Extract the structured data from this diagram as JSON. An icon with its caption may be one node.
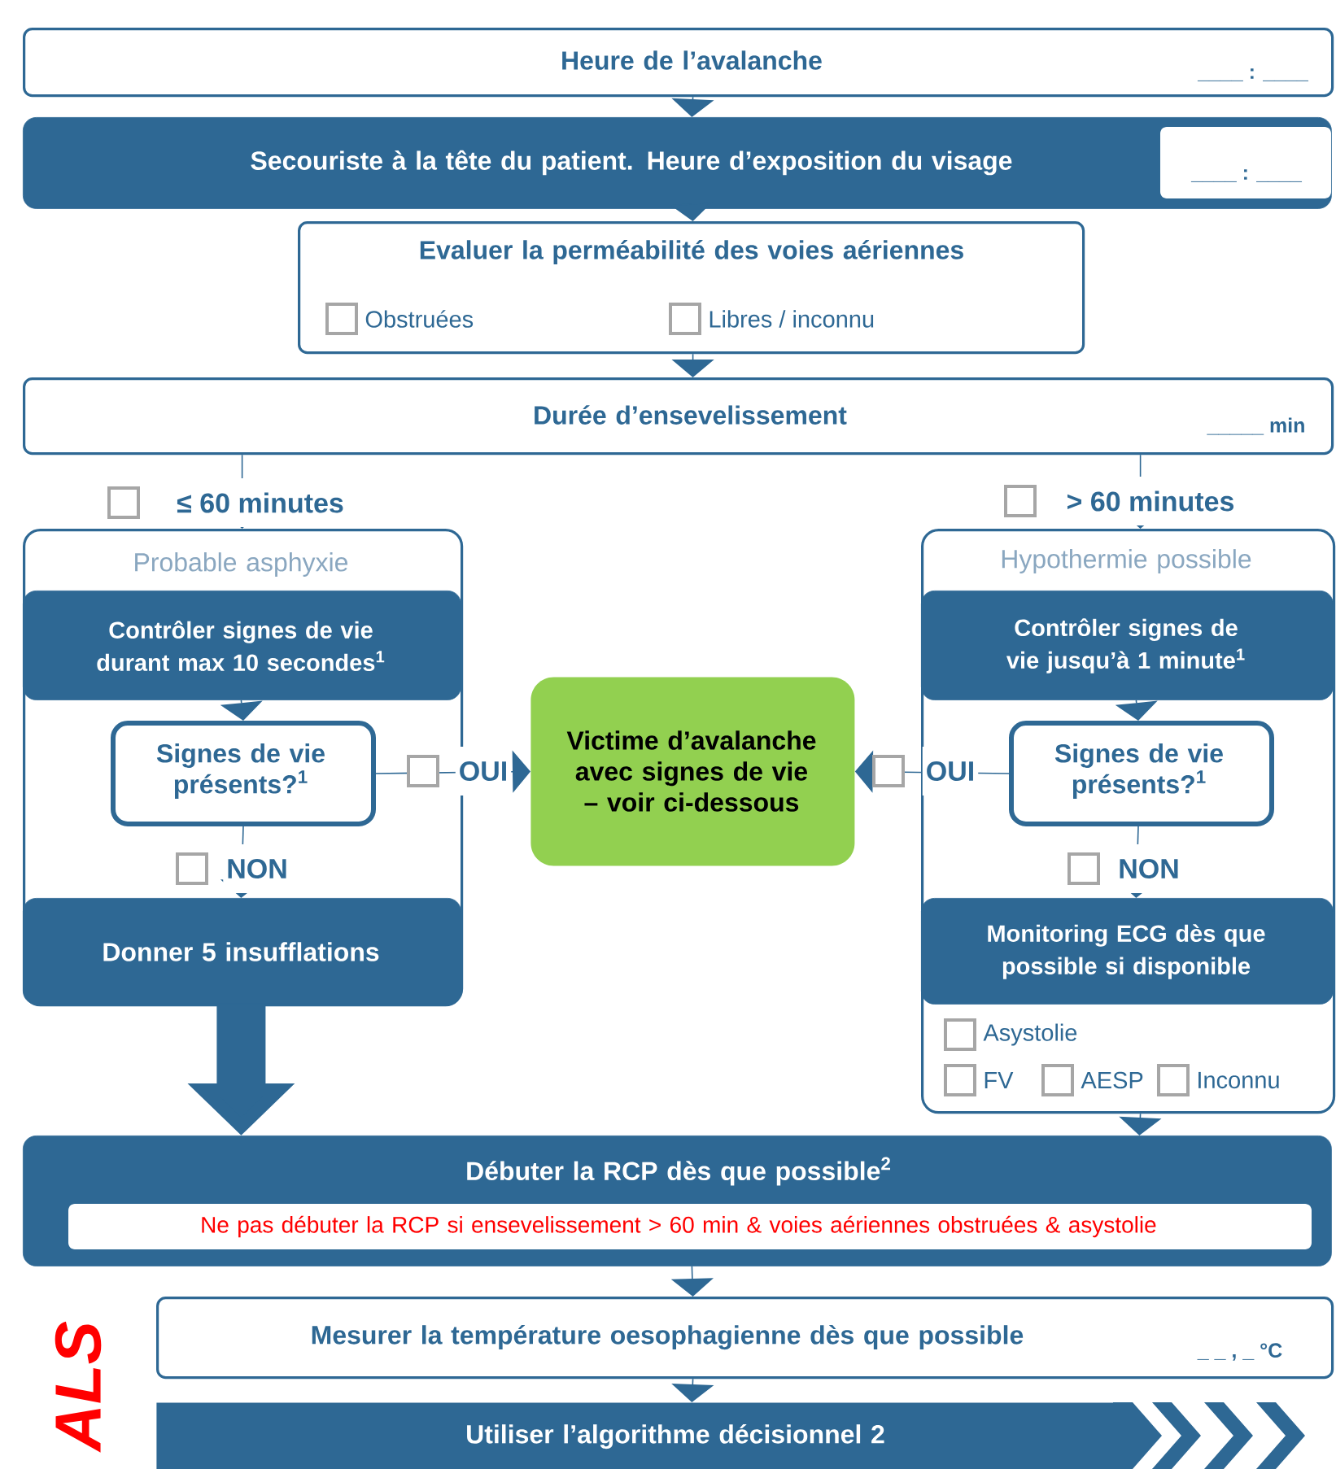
{
  "diagram": {
    "nodes": [
      {
        "text": [
          "Heure de l’avalanche",
          "____ : ____"
        ]
      },
      {
        "text": [
          "Secouriste à la tête du patient. Heure d’exposition du visage",
          "____ : ____"
        ]
      },
      {
        "text": [
          "Evaluer la perméabilité des voies aériennes",
          "Obstruées",
          "Libres / inconnu"
        ]
      },
      {
        "text": [
          "Durée d’ensevelissement",
          "_____ min"
        ]
      },
      {
        "text": [
          "Probable asphyxie"
        ]
      },
      {
        "text": [
          "Contrôler signes de vie durant max 10 secondes$^{1}$"
        ],
        "in": 4
      },
      {
        "text": [
          "Signes de vie présents?$^{1}$"
        ],
        "in": 4
      },
      {
        "text": [
          "Donner 5 insufflations"
        ],
        "in": 4
      },
      {
        "text": [
          "Hypothermie possible",
          "Asystolie",
          "FV",
          "AESP",
          "Inconnu"
        ]
      },
      {
        "text": [
          "Contrôler signes de vie jusqu’à 1 minute$^{1}$"
        ],
        "in": 8
      },
      {
        "text": [
          "Signes de vie présents?$^{1}$"
        ],
        "in": 8
      },
      {
        "text": [
          "Monitoring ECG dès que possible si disponible"
        ],
        "in": 8
      },
      {
        "text": [
          "Victime d’avalanche avec signes de vie – voir ci-dessous"
        ]
      },
      {
        "text": [
          "Débuter la RCP dès que possible$^{2}$",
          "Ne pas débuter la RCP si ensevelissement > 60 min & voies aériennes obstruées & asystolie"
        ]
      },
      {
        "text": [
          "Mesurer la température oesophagienne dès que possible",
          "_ _ , _ °C"
        ]
      },
      {
        "text": [
          "Utiliser l’algorithme décisionnel 2"
        ]
      }
    ],
    "edges": [
      {
        "from": 0,
        "to": 1,
        "arrow": "to"
      },
      {
        "from": 1,
        "to": 2,
        "arrow": "to"
      },
      {
        "from": 2,
        "to": 3,
        "arrow": "to"
      },
      {
        "from": 3,
        "to": 4,
        "arrow": "to",
        "label": "≤ 60 minutes"
      },
      {
        "from": 3,
        "to": 8,
        "arrow": "to",
        "label": "> 60 minutes"
      },
      {
        "from": 5,
        "to": 6,
        "arrow": "to"
      },
      {
        "from": 6,
        "to": 12,
        "arrow": "to",
        "label": "OUI"
      },
      {
        "from": 6,
        "to": 7,
        "arrow": "to",
        "label": "NON"
      },
      {
        "from": 9,
        "to": 10,
        "arrow": "to"
      },
      {
        "from": 10,
        "to": 12,
        "arrow": "to",
        "label": "OUI"
      },
      {
        "from": 10,
        "to": 11,
        "arrow": "to",
        "label": "NON"
      },
      {
        "from": 7,
        "to": 13,
        "arrow": "to",
        "style": "thick"
      },
      {
        "from": 8,
        "to": 13,
        "arrow": "to"
      },
      {
        "from": 13,
        "to": 14,
        "arrow": "to"
      },
      {
        "from": 14,
        "to": 15,
        "arrow": "to"
      }
    ],
    "labels": [
      "ALS"
    ]
  }
}
